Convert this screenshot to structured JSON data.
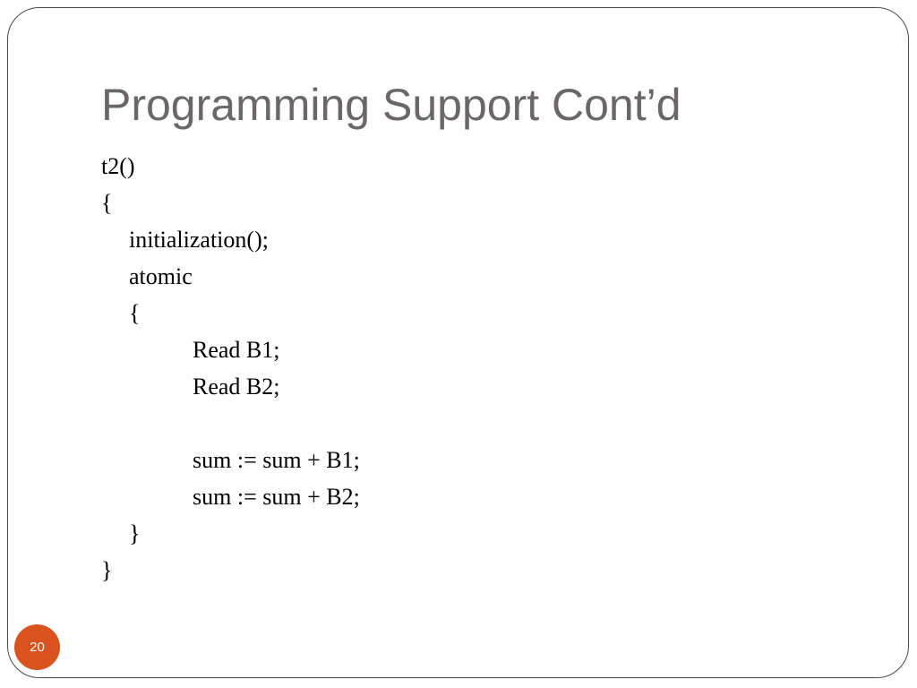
{
  "slide": {
    "title": "Programming Support Cont’d",
    "page_number": "20",
    "accent_color": "#d9531e",
    "title_color": "#6b6767",
    "code_lines": [
      {
        "text": "t2()",
        "indent": 0
      },
      {
        "text": "{",
        "indent": 0
      },
      {
        "text": "initialization();",
        "indent": 1
      },
      {
        "text": "atomic",
        "indent": 1
      },
      {
        "text": "{",
        "indent": 1
      },
      {
        "text": "Read B1;",
        "indent": 2
      },
      {
        "text": "Read B2;",
        "indent": 2
      },
      {
        "text": "",
        "indent": 2
      },
      {
        "text": "sum := sum + B1;",
        "indent": 2
      },
      {
        "text": "sum := sum + B2;",
        "indent": 2
      },
      {
        "text": "}",
        "indent": 1
      },
      {
        "text": "}",
        "indent": 0
      }
    ]
  }
}
